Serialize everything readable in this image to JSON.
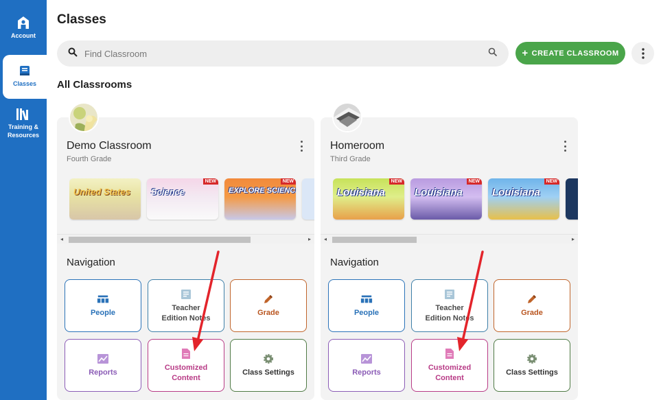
{
  "sidebar": {
    "items": [
      {
        "label": "Account",
        "icon": "account-icon"
      },
      {
        "label": "Classes",
        "icon": "book-icon"
      },
      {
        "label": "Training & Resources",
        "icon": "library-icon"
      }
    ]
  },
  "header": {
    "title": "Classes",
    "search_placeholder": "Find Classroom",
    "create_label": "CREATE CLASSROOM"
  },
  "section_title": "All Classrooms",
  "classrooms": [
    {
      "name": "Demo Classroom",
      "grade": "Fourth Grade",
      "books": [
        {
          "title": "United States",
          "badge": ""
        },
        {
          "title": "Science",
          "badge": "NEW"
        },
        {
          "title": "EXPLORE SCIENCE",
          "badge": "NEW"
        }
      ],
      "navigation_title": "Navigation",
      "tiles": {
        "people": "People",
        "teacher": "Teacher Edition Notes",
        "grade": "Grade",
        "reports": "Reports",
        "custom": "Customized Content",
        "settings": "Class Settings"
      }
    },
    {
      "name": "Homeroom",
      "grade": "Third Grade",
      "books": [
        {
          "title": "Louisiana",
          "badge": "NEW"
        },
        {
          "title": "Louisiana",
          "badge": "NEW"
        },
        {
          "title": "Louisiana",
          "badge": "NEW"
        }
      ],
      "navigation_title": "Navigation",
      "tiles": {
        "people": "People",
        "teacher": "Teacher Edition Notes",
        "grade": "Grade",
        "reports": "Reports",
        "custom": "Customized Content",
        "settings": "Class Settings"
      }
    }
  ],
  "colors": {
    "sidebar": "#1f6fc2",
    "create_button": "#4aa54a",
    "annotation_arrow": "#e3242b"
  }
}
